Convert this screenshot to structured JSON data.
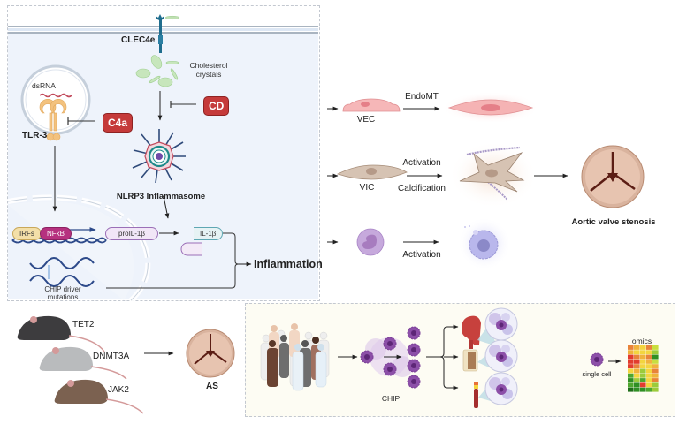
{
  "top_panel": {
    "receptor_label": "CLEC4e",
    "crystals_label_line1": "Cholesterol",
    "crystals_label_line2": "crystals",
    "dsrna_label": "dsRNA",
    "tlr_label": "TLR-3",
    "inhibitor_c4a": "C4a",
    "inhibitor_cd": "CD",
    "inflammasome_label": "NLRP3 Inflammasome",
    "tf_irfs": "IRFs",
    "tf_nfkb": "NFκB",
    "pro_il": "proIL-1β",
    "il": "IL-1β",
    "dna_label_line1": "CHIP driver",
    "dna_label_line2": "mutations",
    "outcome": "Inflammation"
  },
  "right_panel": {
    "vec_label": "VEC",
    "vec_arrow": "EndoMT",
    "vic_label": "VIC",
    "vic_arrow_top": "Activation",
    "vic_arrow_bottom": "Calcification",
    "immune_arrow": "Activation",
    "valve_label": "Aortic valve stenosis"
  },
  "mice_panel": {
    "mice": [
      {
        "label": "TET2",
        "color": "#3d3c3e"
      },
      {
        "label": "DNMT3A",
        "color": "#b9bbbd"
      },
      {
        "label": "JAK2",
        "color": "#7b6150"
      }
    ],
    "valve_label": "AS"
  },
  "chip_panel": {
    "chip_label": "CHIP",
    "tissues": [
      "aorta-icon",
      "bone-marrow-icon",
      "blood-tube-icon"
    ],
    "single_cell_label": "single cell",
    "omics_label": "omics",
    "omics_grid": [
      [
        "#e8833a",
        "#f0b23c",
        "#f3d53f",
        "#e8833a",
        "#c8de3f"
      ],
      [
        "#f0b23c",
        "#f3d53f",
        "#f3d53f",
        "#f3d53f",
        "#9ccb3b"
      ],
      [
        "#e23c2e",
        "#e8833a",
        "#f0b23c",
        "#e8833a",
        "#2f8f24"
      ],
      [
        "#e23c2e",
        "#e23c2e",
        "#f3d53f",
        "#f0b23c",
        "#c8de3f"
      ],
      [
        "#e23c2e",
        "#e8833a",
        "#f3d53f",
        "#f3d53f",
        "#f0b23c"
      ],
      [
        "#f3d53f",
        "#f0b23c",
        "#9ccb3b",
        "#f3d53f",
        "#e8833a"
      ],
      [
        "#4ea62f",
        "#f3d53f",
        "#9ccb3b",
        "#f3d53f",
        "#f0b23c"
      ],
      [
        "#2f8f24",
        "#9ccb3b",
        "#4ea62f",
        "#f3d53f",
        "#e8833a"
      ],
      [
        "#4ea62f",
        "#2f8f24",
        "#e23c2e",
        "#f3d53f",
        "#9ccb3b"
      ],
      [
        "#1f6e1a",
        "#2f8f24",
        "#2f8f24",
        "#4ea62f",
        "#9ccb3b"
      ]
    ]
  },
  "colors": {
    "top_panel_bg": "#eef3fb",
    "bottom_panel_bg": "#fdfcf3",
    "inhibitor_red": "#c53a3a",
    "chip_cell_purple": "#8c4fa8"
  }
}
